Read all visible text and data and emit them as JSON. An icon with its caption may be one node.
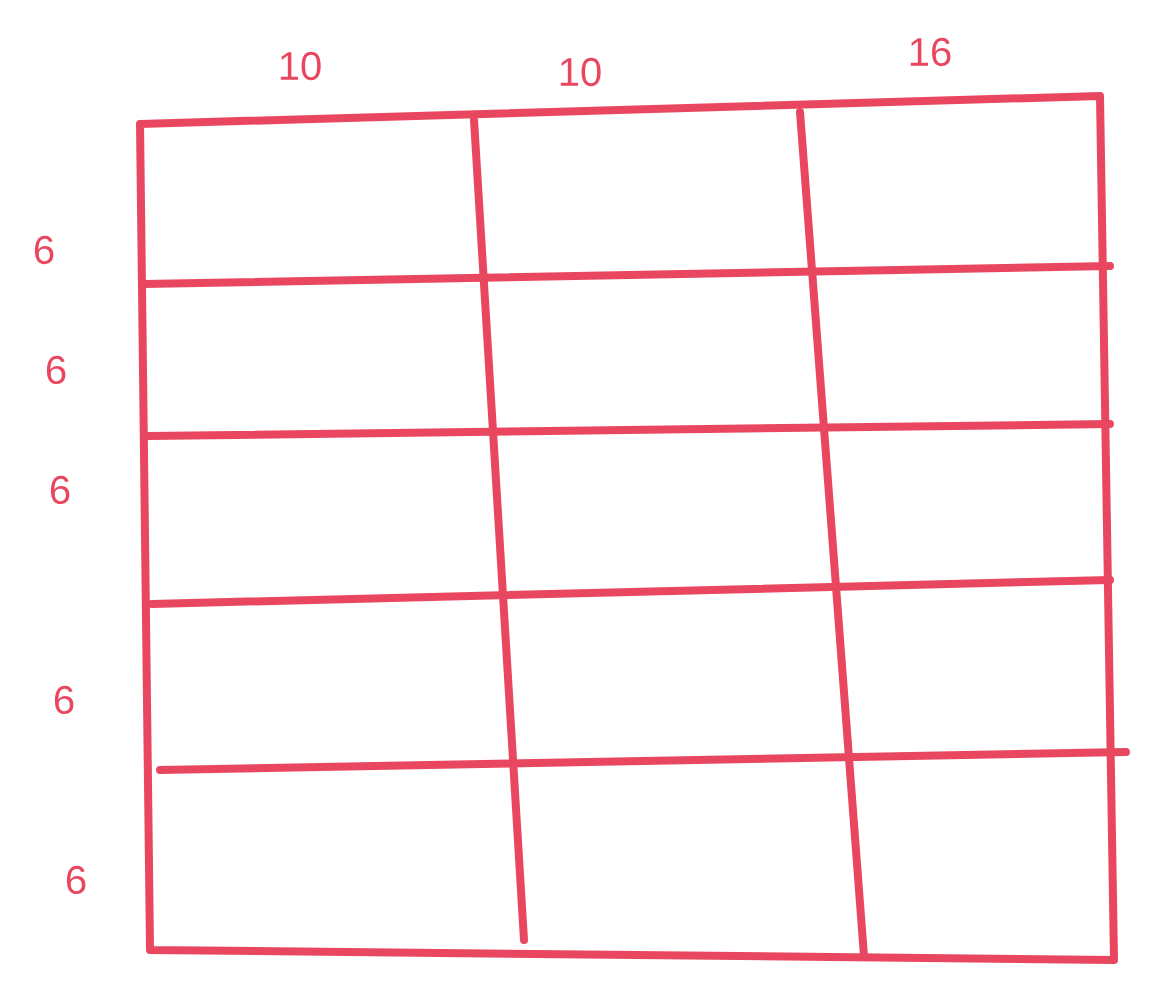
{
  "diagram": {
    "labels": [
      "10",
      "10",
      "16",
      "6",
      "6",
      "6",
      "6",
      "6"
    ]
  }
}
